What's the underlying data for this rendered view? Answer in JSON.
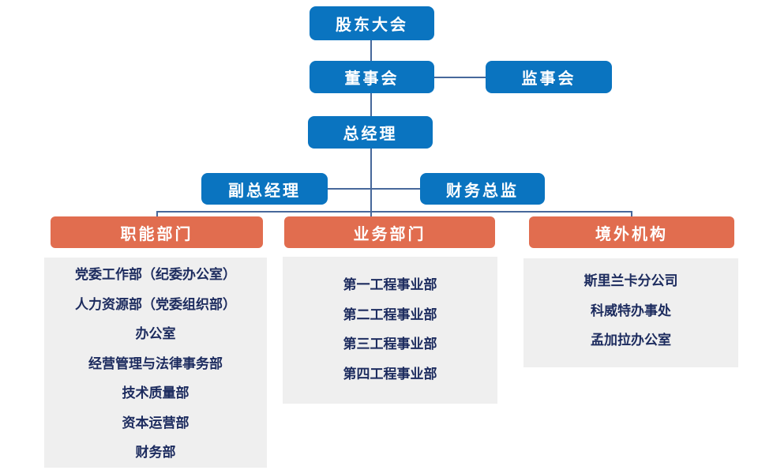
{
  "colors": {
    "box_blue": "#0a74c0",
    "header_orange": "#e16d4f",
    "panel_gray": "#efefef",
    "connector_line": "#47689b",
    "list_text": "#1c2b5e"
  },
  "org": {
    "shareholders": {
      "label": "股东大会"
    },
    "board": {
      "label": "董事会"
    },
    "supervisory": {
      "label": "监事会"
    },
    "general_manager": {
      "label": "总经理"
    },
    "deputy_gm": {
      "label": "副总经理"
    },
    "cfo": {
      "label": "财务总监"
    },
    "sections": [
      {
        "header": "职能部门",
        "items": [
          "党委工作部（纪委办公室）",
          "人力资源部（党委组织部）",
          "办公室",
          "经营管理与法律事务部",
          "技术质量部",
          "资本运营部",
          "财务部"
        ]
      },
      {
        "header": "业务部门",
        "items": [
          "第一工程事业部",
          "第二工程事业部",
          "第三工程事业部",
          "第四工程事业部"
        ]
      },
      {
        "header": "境外机构",
        "items": [
          "斯里兰卡分公司",
          "科威特办事处",
          "孟加拉办公室"
        ]
      }
    ]
  }
}
